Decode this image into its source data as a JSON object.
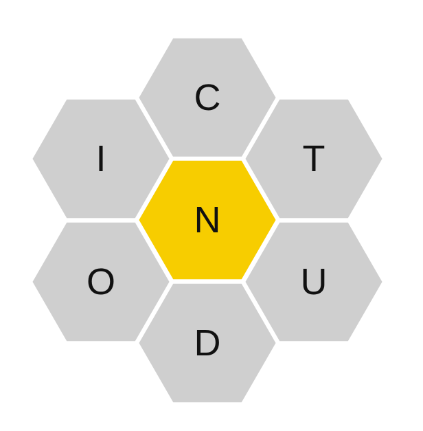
{
  "puzzle": {
    "center_letter": "N",
    "outer_letters": [
      "C",
      "T",
      "U",
      "D",
      "O",
      "I"
    ]
  },
  "colors": {
    "center_fill": "#f7cd00",
    "outer_fill": "#cfcfcf",
    "background": "#ffffff",
    "letter": "#111111"
  }
}
